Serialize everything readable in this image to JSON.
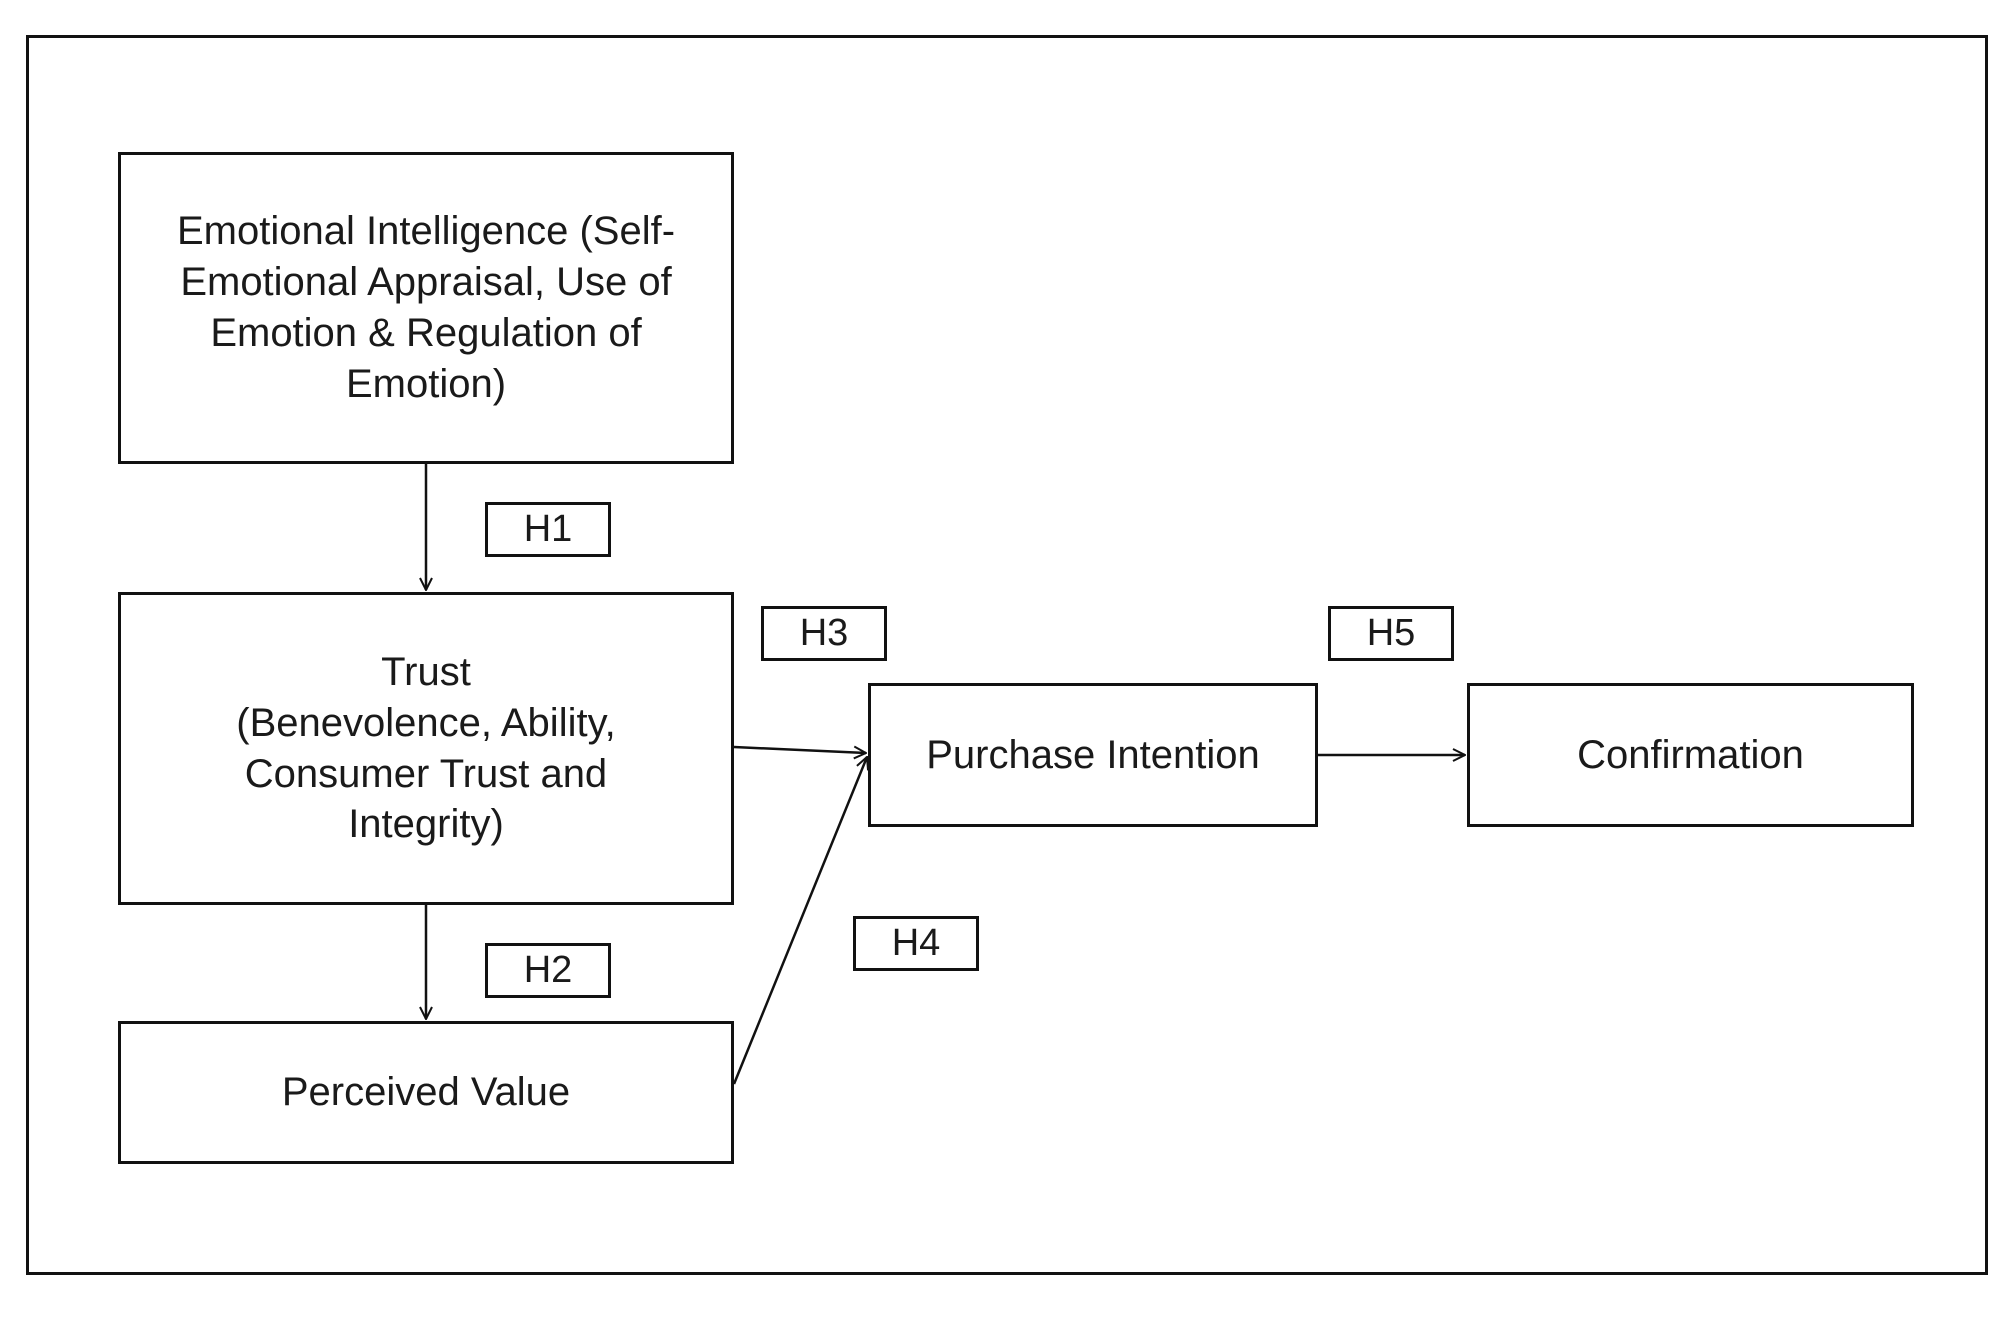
{
  "nodes": {
    "emotional_intelligence": {
      "lines": [
        "Emotional Intelligence (Self-",
        "Emotional Appraisal, Use of",
        "Emotion & Regulation of",
        "Emotion)"
      ]
    },
    "trust": {
      "lines": [
        "Trust",
        "(Benevolence, Ability,",
        "Consumer Trust and",
        "Integrity)"
      ]
    },
    "perceived_value": {
      "label": "Perceived Value"
    },
    "purchase_intention": {
      "label": "Purchase Intention"
    },
    "confirmation": {
      "label": "Confirmation"
    }
  },
  "hypotheses": {
    "h1": "H1",
    "h2": "H2",
    "h3": "H3",
    "h4": "H4",
    "h5": "H5"
  },
  "edges": [
    {
      "from": "emotional_intelligence",
      "to": "trust",
      "label": "H1"
    },
    {
      "from": "trust",
      "to": "perceived_value",
      "label": "H2"
    },
    {
      "from": "trust",
      "to": "purchase_intention",
      "label": "H3"
    },
    {
      "from": "perceived_value",
      "to": "purchase_intention",
      "label": "H4"
    },
    {
      "from": "purchase_intention",
      "to": "confirmation",
      "label": "H5"
    }
  ],
  "colors": {
    "line": "#111111",
    "text": "#1a1a1a",
    "background": "#ffffff"
  }
}
